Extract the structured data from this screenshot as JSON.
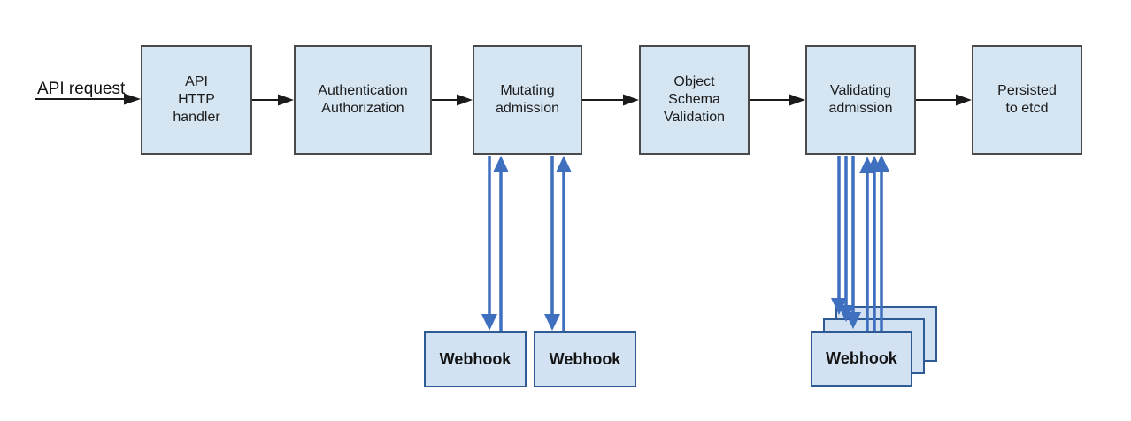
{
  "flow": {
    "input_label": "API request",
    "nodes": [
      {
        "id": "api-http-handler",
        "label": "API\nHTTP\nhandler"
      },
      {
        "id": "authentication-authorization",
        "label": "Authentication\nAuthorization"
      },
      {
        "id": "mutating-admission",
        "label": "Mutating\nadmission"
      },
      {
        "id": "object-schema-validation",
        "label": "Object\nSchema\nValidation"
      },
      {
        "id": "validating-admission",
        "label": "Validating\nadmission"
      },
      {
        "id": "persisted-to-etcd",
        "label": "Persisted\nto etcd"
      }
    ],
    "webhooks": {
      "mutating": [
        "Webhook",
        "Webhook"
      ],
      "validating": [
        "Webhook"
      ]
    },
    "colors": {
      "node_fill": "#d5e5f2",
      "node_border": "#4a4a4a",
      "webhook_fill": "#d3e2f2",
      "webhook_border": "#2f5b94",
      "arrow_blue": "#3f6fbf",
      "arrow_black": "#1a1a1a"
    }
  }
}
